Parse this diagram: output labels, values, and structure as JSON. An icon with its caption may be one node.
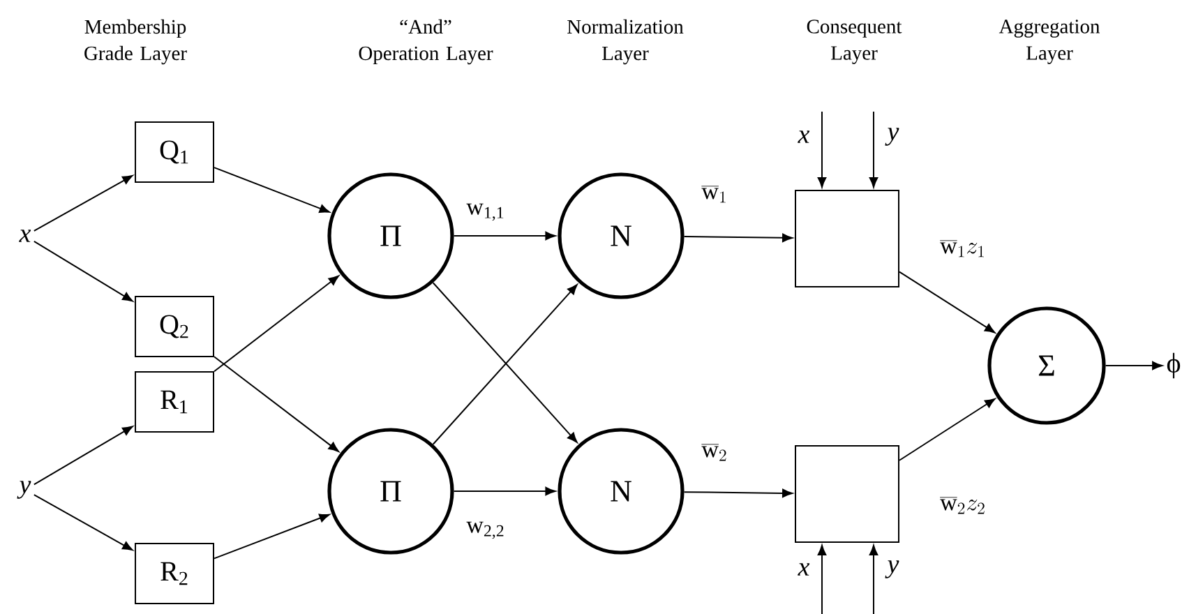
{
  "diagram": {
    "nodes": [
      {
        "text": [
          "x"
        ]
      },
      {
        "text": [
          "y"
        ]
      },
      {
        "text": [
          "Q$_{1}$"
        ]
      },
      {
        "text": [
          "Q$_{2}$"
        ]
      },
      {
        "text": [
          "R$_{1}$"
        ]
      },
      {
        "text": [
          "R$_{2}$"
        ]
      },
      {
        "text": [
          "Π"
        ]
      },
      {
        "text": [
          "Π"
        ]
      },
      {
        "text": [
          "N"
        ]
      },
      {
        "text": [
          "N"
        ]
      },
      {
        "text": [],
        "shape": "box"
      },
      {
        "text": [],
        "shape": "box"
      },
      {
        "text": [
          "Σ"
        ]
      },
      {
        "text": [
          "ϕ"
        ]
      }
    ],
    "edges": [
      {
        "from": 0,
        "to": 2,
        "arrow": "to"
      },
      {
        "from": 0,
        "to": 3,
        "arrow": "to"
      },
      {
        "from": 1,
        "to": 4,
        "arrow": "to"
      },
      {
        "from": 1,
        "to": 5,
        "arrow": "to"
      },
      {
        "from": 2,
        "to": 6,
        "arrow": "to"
      },
      {
        "from": 3,
        "to": 7,
        "arrow": "to"
      },
      {
        "from": 4,
        "to": 6,
        "arrow": "to"
      },
      {
        "from": 5,
        "to": 7,
        "arrow": "to"
      },
      {
        "from": 6,
        "to": 8,
        "arrow": "to",
        "label": "w$_{1,1}$"
      },
      {
        "from": 6,
        "to": 9,
        "arrow": "to"
      },
      {
        "from": 7,
        "to": 8,
        "arrow": "to"
      },
      {
        "from": 7,
        "to": 9,
        "arrow": "to",
        "label": "w$_{2,2}$"
      },
      {
        "from": 8,
        "to": 10,
        "arrow": "to",
        "label": "\\overline{\\mathrm{w}}_{1}"
      },
      {
        "from": 9,
        "to": 11,
        "arrow": "to",
        "label": "\\overline{\\mathrm{w}}_{2}"
      },
      {
        "from": 10,
        "to": 12,
        "arrow": "to",
        "label": "\\overline{\\mathrm{w}}_{1}z_{1}"
      },
      {
        "from": 11,
        "to": 12,
        "arrow": "to",
        "label": "\\overline{\\mathrm{w}}_{2}z_{2}"
      },
      {
        "from": 12,
        "to": 13,
        "arrow": "to"
      },
      {
        "from": null,
        "to": 10,
        "arrow": "to"
      },
      {
        "from": null,
        "to": 10,
        "arrow": "to"
      },
      {
        "from": null,
        "to": 11,
        "arrow": "to"
      },
      {
        "from": null,
        "to": 11,
        "arrow": "to"
      }
    ],
    "labels": [
      "Membership Grade Layer",
      "“And” Operation Layer",
      "Normalization Layer",
      "Consequent Layer",
      "Aggregation Layer",
      "x",
      "y",
      "x",
      "y"
    ]
  }
}
